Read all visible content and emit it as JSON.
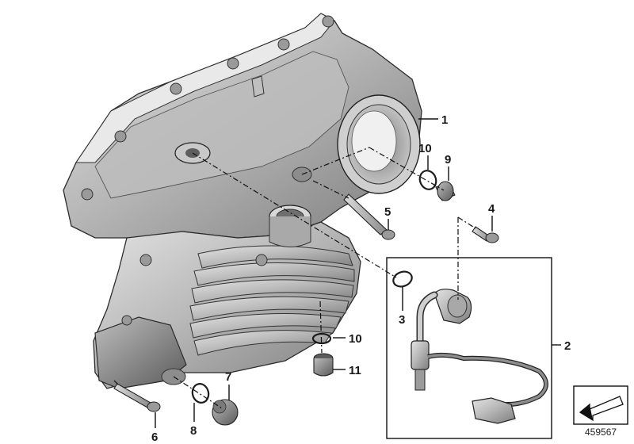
{
  "diagram": {
    "reference_number": "459567",
    "callouts": [
      {
        "id": "c1",
        "label": "1"
      },
      {
        "id": "c2",
        "label": "2"
      },
      {
        "id": "c3",
        "label": "3"
      },
      {
        "id": "c4",
        "label": "4"
      },
      {
        "id": "c5",
        "label": "5"
      },
      {
        "id": "c6",
        "label": "6"
      },
      {
        "id": "c7",
        "label": "7"
      },
      {
        "id": "c8",
        "label": "8"
      },
      {
        "id": "c9",
        "label": "9"
      },
      {
        "id": "c10a",
        "label": "10"
      },
      {
        "id": "c10b",
        "label": "10"
      },
      {
        "id": "c11",
        "label": "11"
      }
    ]
  },
  "colors": {
    "metal_light": "#d6d6d6",
    "metal_dark": "#6e6e6e",
    "line": "#1a1a1a",
    "background": "#ffffff"
  },
  "icons": {
    "corner_symbol": "arrow-down-left-icon"
  }
}
